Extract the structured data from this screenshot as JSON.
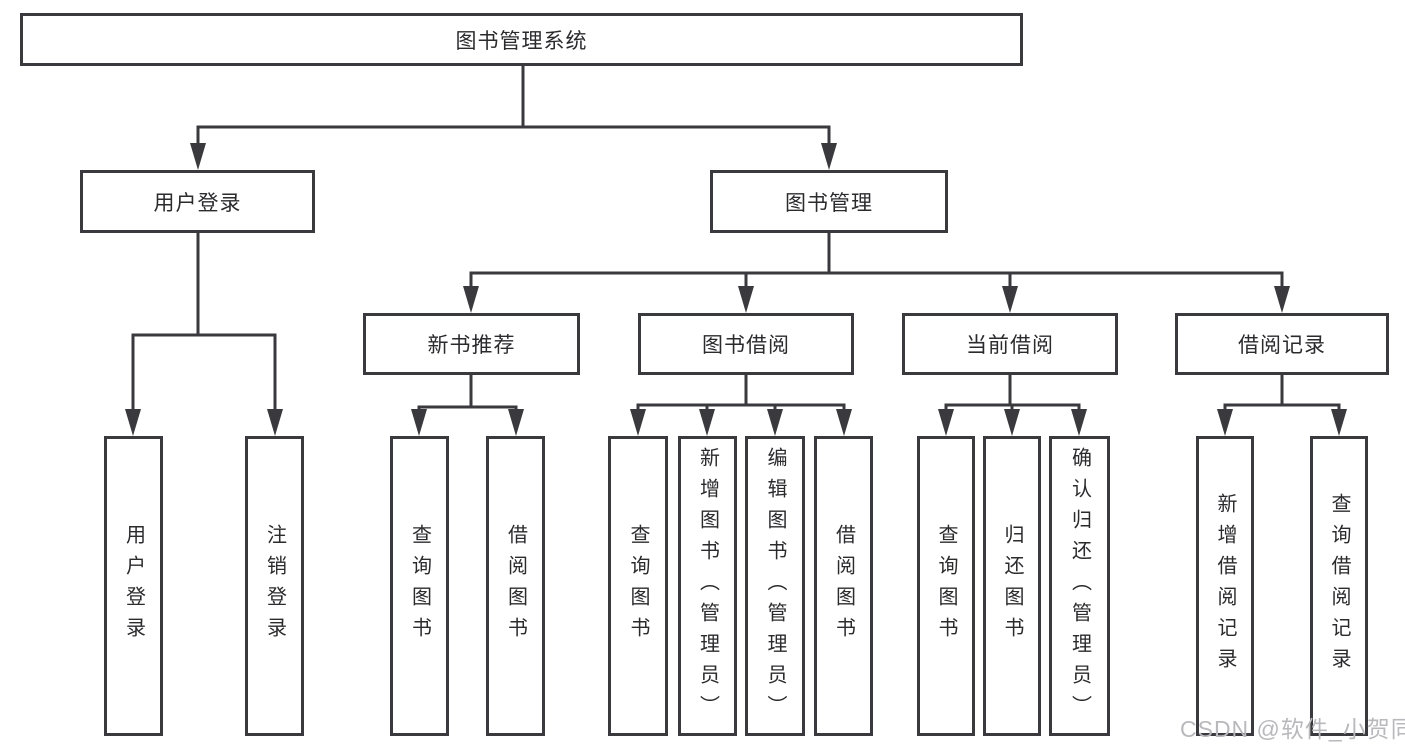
{
  "tree": {
    "root": {
      "label": "图书管理系统"
    },
    "user_login": {
      "label": "用户登录",
      "children": [
        {
          "label": "用户登录"
        },
        {
          "label": "注销登录"
        }
      ]
    },
    "book_mgmt": {
      "label": "图书管理",
      "sections": [
        {
          "label": "新书推荐",
          "children": [
            {
              "label": "查询图书"
            },
            {
              "label": "借阅图书"
            }
          ]
        },
        {
          "label": "图书借阅",
          "children": [
            {
              "label": "查询图书"
            },
            {
              "label": "新增图书（管理员）"
            },
            {
              "label": "编辑图书（管理员）"
            },
            {
              "label": "借阅图书"
            }
          ]
        },
        {
          "label": "当前借阅",
          "children": [
            {
              "label": "查询图书"
            },
            {
              "label": "归还图书"
            },
            {
              "label": "确认归还（管理员）"
            }
          ]
        },
        {
          "label": "借阅记录",
          "children": [
            {
              "label": "新增借阅记录"
            },
            {
              "label": "查询借阅记录"
            }
          ]
        }
      ]
    }
  },
  "watermark": {
    "text": "CSDN @软件_小贺同学"
  },
  "colors": {
    "line": "#3a3a3e",
    "text": "#2b2b2e",
    "watermark": "#b9b9bd",
    "background": "#ffffff"
  }
}
